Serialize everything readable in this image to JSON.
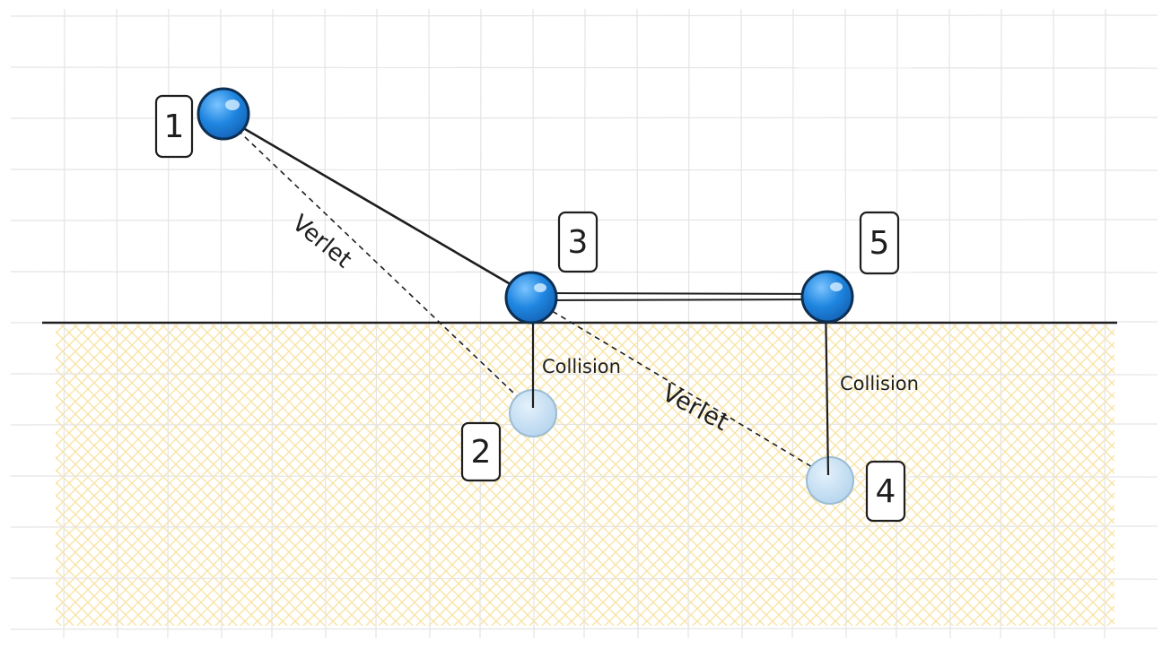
{
  "diagram": {
    "points": [
      {
        "id": "1",
        "state": "current"
      },
      {
        "id": "2",
        "state": "ghost"
      },
      {
        "id": "3",
        "state": "current"
      },
      {
        "id": "4",
        "state": "ghost"
      },
      {
        "id": "5",
        "state": "current"
      }
    ],
    "annotations": {
      "verlet_1_2": "Verlet",
      "verlet_3_4": "Verlet",
      "collision_2_3": "Collision",
      "collision_4_5": "Collision"
    },
    "colors": {
      "ball": "#1f86e0",
      "ball_dark": "#0a2a4a",
      "ghost": "#b9d8f0",
      "ghost_stroke": "#8fb3cc",
      "ground_fill": "#f8e4a6",
      "grid": "#e6e6e6",
      "ink": "#1e1e1e"
    }
  }
}
